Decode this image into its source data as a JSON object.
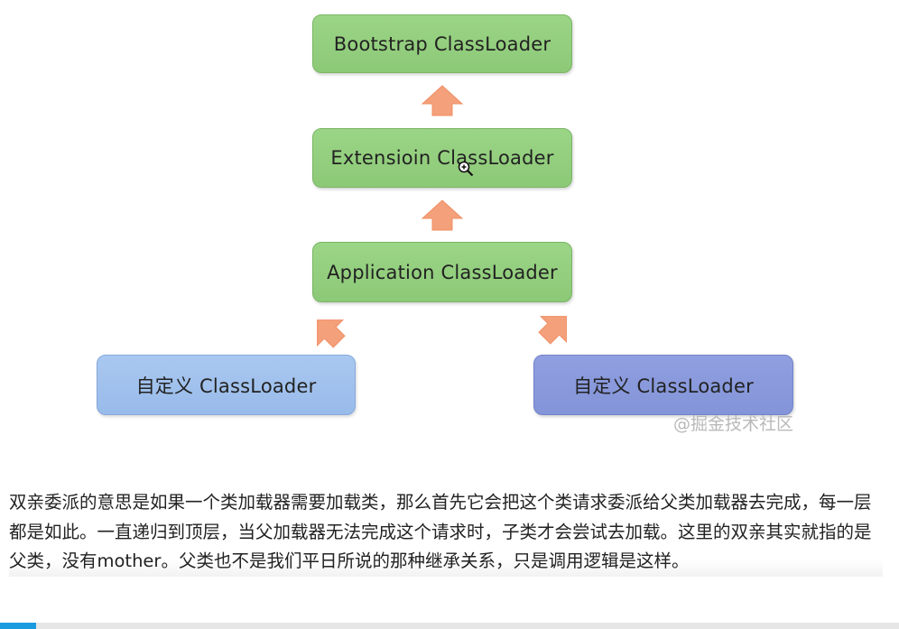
{
  "diagram": {
    "nodes": {
      "bootstrap": "Bootstrap ClassLoader",
      "extension": "Extensioin ClassLoader",
      "application": "Application ClassLoader",
      "custom_left": "自定义 ClassLoader",
      "custom_right": "自定义 ClassLoader"
    },
    "edges": [
      {
        "from": "extension",
        "to": "bootstrap"
      },
      {
        "from": "application",
        "to": "extension"
      },
      {
        "from": "custom_left",
        "to": "application"
      },
      {
        "from": "custom_right",
        "to": "application"
      }
    ],
    "colors": {
      "core_node": "#8cc977",
      "custom_left_node": "#99bbea",
      "custom_right_node": "#8394d8",
      "arrow": "#f4a07a"
    }
  },
  "watermark": "@掘金技术社区",
  "description": "双亲委派的意思是如果一个类加载器需要加载类，那么首先它会把这个类请求委派给父类加载器去完成，每一层都是如此。一直递归到顶层，当父加载器无法完成这个请求时，子类才会尝试去加载。这里的双亲其实就指的是父类，没有mother。父类也不是我们平日所说的那种继承关系，只是调用逻辑是这样。",
  "cursor_icon": "zoom-in-icon",
  "video_progress": 0.04
}
